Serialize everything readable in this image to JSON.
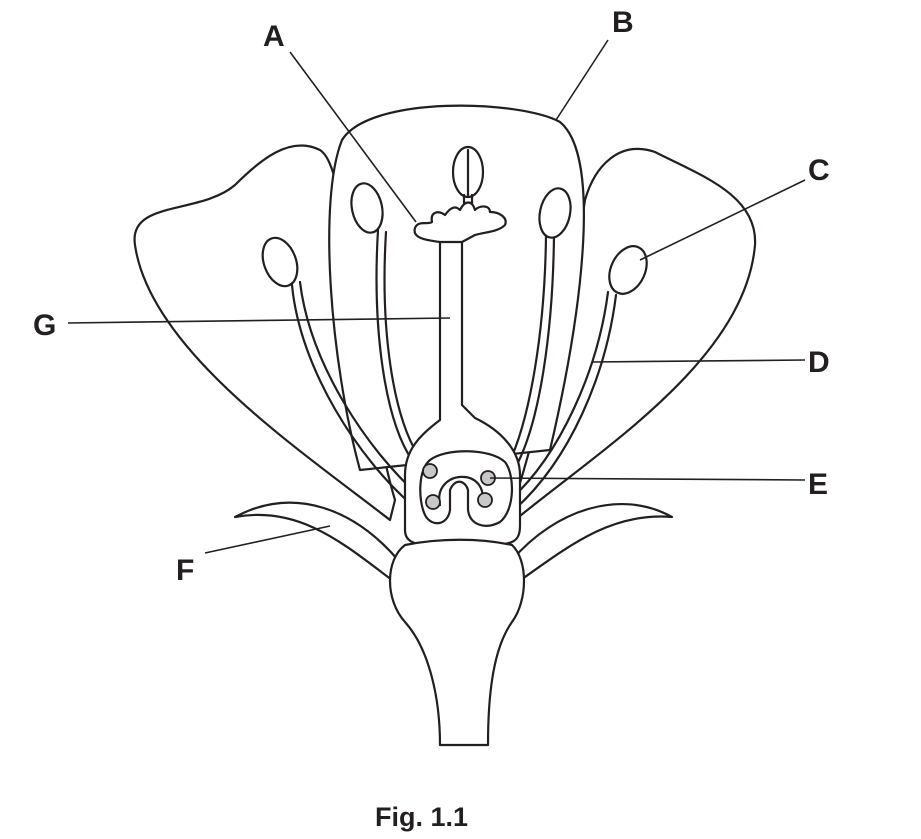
{
  "figure": {
    "caption": "Fig. 1.1",
    "labels": {
      "A": "A",
      "B": "B",
      "C": "C",
      "D": "D",
      "E": "E",
      "F": "F",
      "G": "G"
    },
    "colors": {
      "line": "#231f20",
      "ovule": "#c8c8c8"
    }
  }
}
